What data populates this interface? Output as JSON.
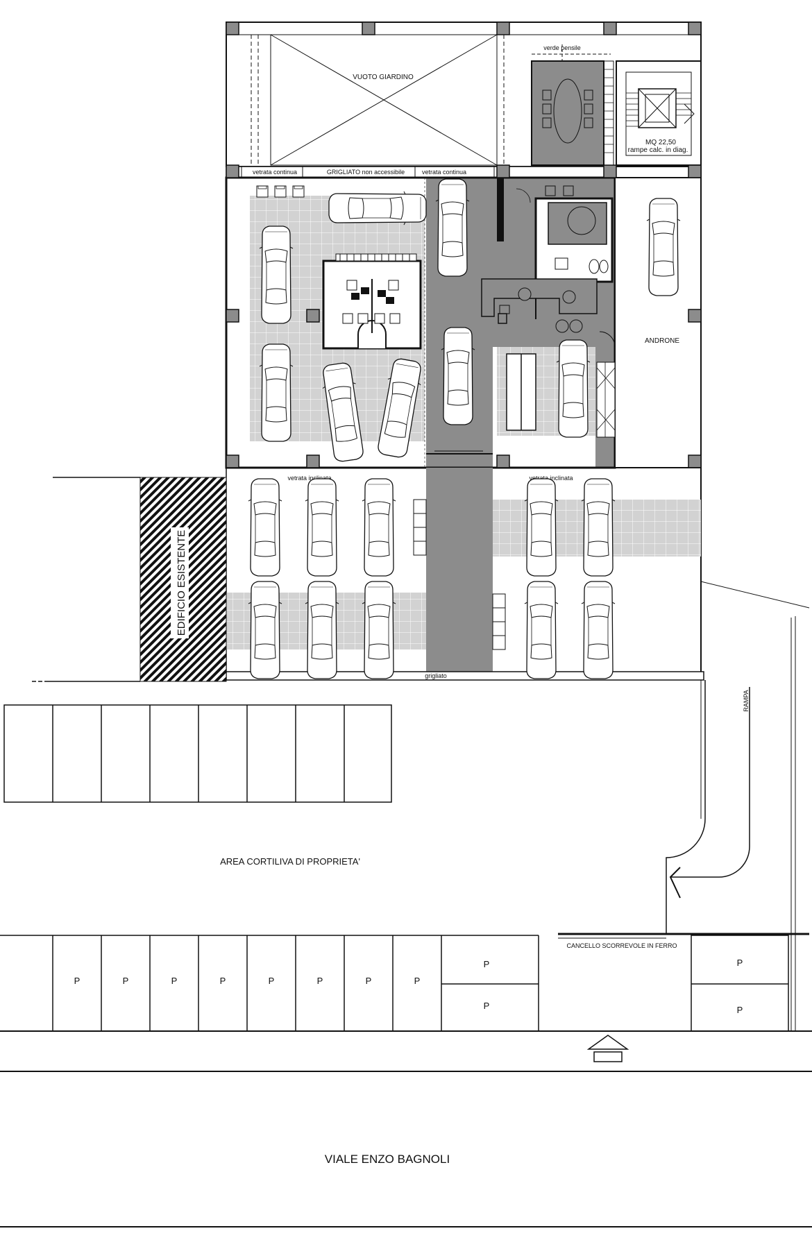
{
  "labels": {
    "vuoto_giardino": "VUOTO GIARDINO",
    "verde_pensile": "verde pensile",
    "mq_area": "MQ 22,50",
    "rampe": "rampe calc. in diag.",
    "vetrata_continua": "vetrata continua",
    "grigliato_non_accessibile": "GRIGLIATO non accessibile",
    "androne": "ANDRONE",
    "vetrata_inclinata": "vetrata inclinata",
    "edificio_esistente": "EDIFICIO ESISTENTE",
    "grigliato": "grigliato",
    "rampa": "RAMPA",
    "area_cortiliva": "AREA CORTILIVA DI PROPRIETA'",
    "cancello": "CANCELLO SCORREVOLE  IN FERRO",
    "viale": "VIALE ENZO BAGNOLI",
    "parking": "P"
  },
  "colors": {
    "line": "#111111",
    "dark_fill": "#8c8c8c",
    "light_fill": "#d2d2d2",
    "background": "#ffffff"
  }
}
